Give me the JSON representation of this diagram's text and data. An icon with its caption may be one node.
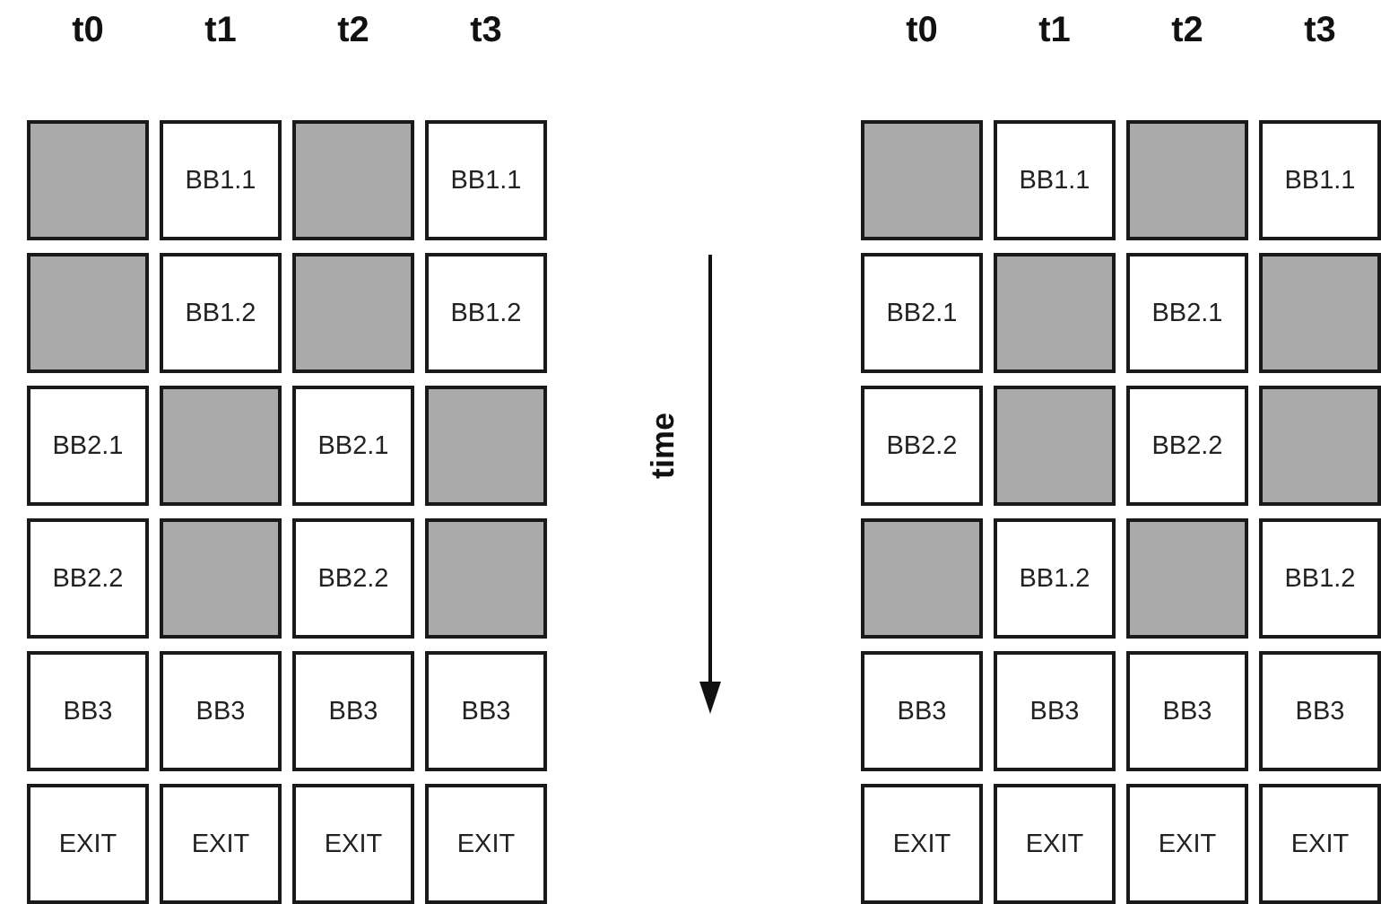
{
  "diagram": {
    "nodes": [
      {
        "text": [],
        "shape": "box"
      },
      {
        "text": [
          "BB1.1"
        ]
      },
      {
        "text": [],
        "shape": "box"
      },
      {
        "text": [
          "BB1.1"
        ]
      },
      {
        "text": [],
        "shape": "box"
      },
      {
        "text": [
          "BB1.2"
        ]
      },
      {
        "text": [],
        "shape": "box"
      },
      {
        "text": [
          "BB1.2"
        ]
      },
      {
        "text": [
          "BB2.1"
        ]
      },
      {
        "text": [],
        "shape": "box"
      },
      {
        "text": [
          "BB2.1"
        ]
      },
      {
        "text": [],
        "shape": "box"
      },
      {
        "text": [
          "BB2.2"
        ]
      },
      {
        "text": [],
        "shape": "box"
      },
      {
        "text": [
          "BB2.2"
        ]
      },
      {
        "text": [],
        "shape": "box"
      },
      {
        "text": [
          "BB3"
        ]
      },
      {
        "text": [
          "BB3"
        ]
      },
      {
        "text": [
          "BB3"
        ]
      },
      {
        "text": [
          "BB3"
        ]
      },
      {
        "text": [
          "EXIT"
        ]
      },
      {
        "text": [
          "EXIT"
        ]
      },
      {
        "text": [
          "EXIT"
        ]
      },
      {
        "text": [
          "EXIT"
        ]
      },
      {
        "text": [],
        "shape": "box"
      },
      {
        "text": [
          "BB1.1"
        ]
      },
      {
        "text": [],
        "shape": "box"
      },
      {
        "text": [
          "BB1.1"
        ]
      },
      {
        "text": [
          "BB2.1"
        ]
      },
      {
        "text": [],
        "shape": "box"
      },
      {
        "text": [
          "BB2.1"
        ]
      },
      {
        "text": [],
        "shape": "box"
      },
      {
        "text": [
          "BB2.2"
        ]
      },
      {
        "text": [],
        "shape": "box"
      },
      {
        "text": [
          "BB2.2"
        ]
      },
      {
        "text": [],
        "shape": "box"
      },
      {
        "text": [],
        "shape": "box"
      },
      {
        "text": [
          "BB1.2"
        ]
      },
      {
        "text": [],
        "shape": "box"
      },
      {
        "text": [
          "BB1.2"
        ]
      },
      {
        "text": [
          "BB3"
        ]
      },
      {
        "text": [
          "BB3"
        ]
      },
      {
        "text": [
          "BB3"
        ]
      },
      {
        "text": [
          "BB3"
        ]
      },
      {
        "text": [
          "EXIT"
        ]
      },
      {
        "text": [
          "EXIT"
        ]
      },
      {
        "text": [
          "EXIT"
        ]
      },
      {
        "text": [
          "EXIT"
        ]
      }
    ],
    "labels": [
      "t0",
      "t1",
      "t2",
      "t3",
      "t0",
      "t1",
      "t2",
      "t3",
      "time"
    ]
  }
}
